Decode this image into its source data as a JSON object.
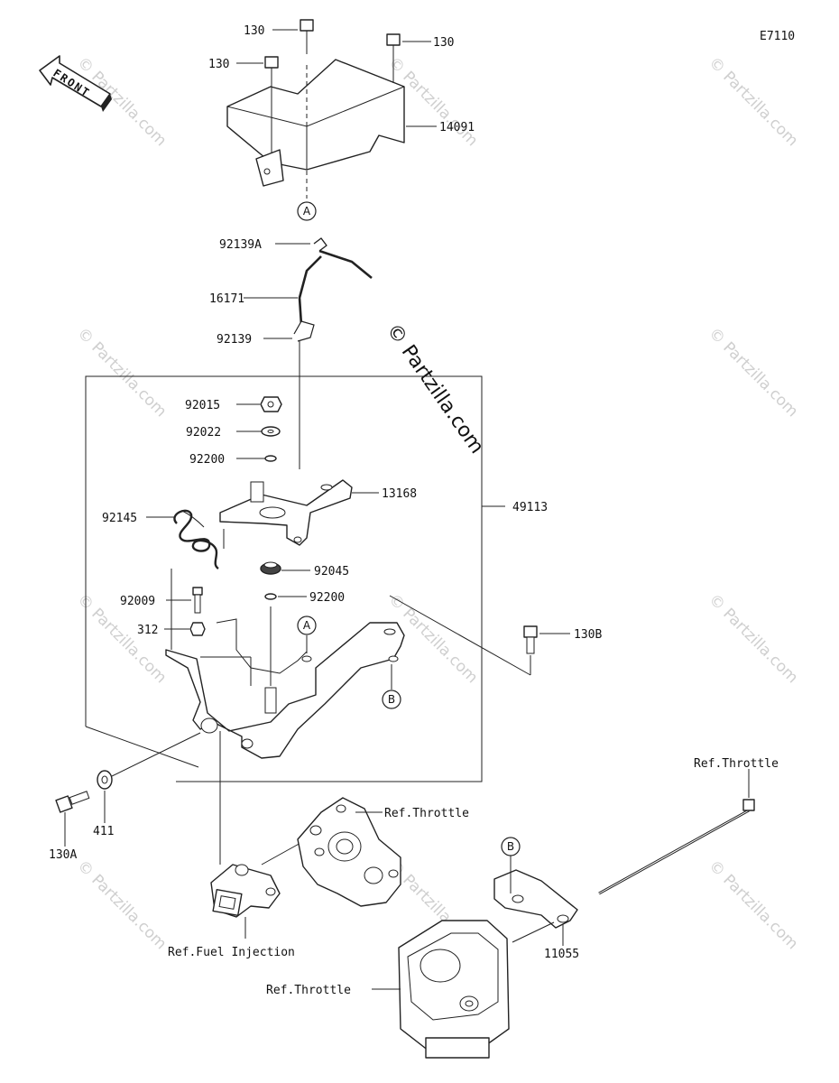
{
  "diagram_code": "E7110",
  "front_label": "FRONT",
  "watermark": {
    "main": "© Partzilla.com",
    "small": "© Partzilla.com"
  },
  "labels": {
    "l130_top": "130",
    "l130_right": "130",
    "l130_left": "130",
    "l14091": "14091",
    "l92139A": "92139A",
    "l16171": "16171",
    "l92139": "92139",
    "l92015": "92015",
    "l92022": "92022",
    "l92200_a": "92200",
    "l13168": "13168",
    "l49113": "49113",
    "l92145": "92145",
    "l92045": "92045",
    "l92009": "92009",
    "l92200_b": "92200",
    "l312": "312",
    "l130B": "130B",
    "l130A": "130A",
    "l411": "411",
    "ref_throttle_top": "Ref.Throttle",
    "ref_throttle_mid": "Ref.Throttle",
    "ref_throttle_bot": "Ref.Throttle",
    "ref_fuel": "Ref.Fuel Injection",
    "l11055": "11055"
  },
  "markers": {
    "a_top": "A",
    "a_mid": "A",
    "b_mid": "B",
    "b_bot": "B"
  }
}
